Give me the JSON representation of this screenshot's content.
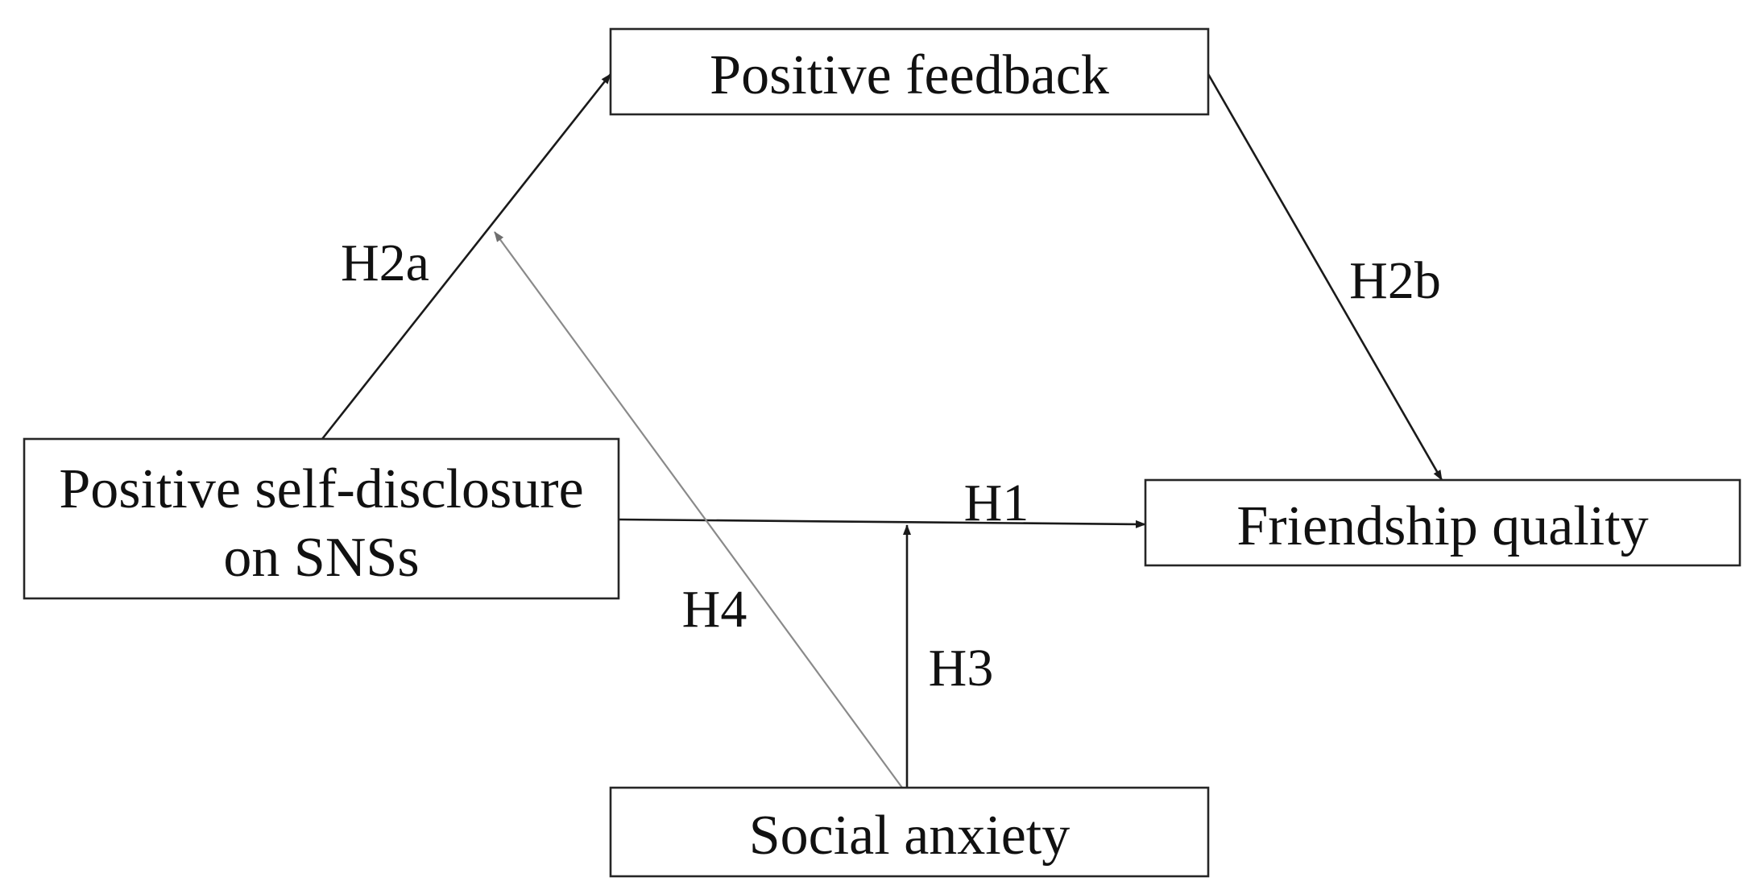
{
  "nodes": {
    "positive_feedback": "Positive feedback",
    "self_disclosure_line1": "Positive self-disclosure",
    "self_disclosure_line2": "on SNSs",
    "friendship_quality": "Friendship quality",
    "social_anxiety": "Social anxiety"
  },
  "hypotheses": {
    "h1": "H1",
    "h2a": "H2a",
    "h2b": "H2b",
    "h3": "H3",
    "h4": "H4"
  },
  "colors": {
    "line": "#1a1a1a",
    "light_line": "#8a8a8a",
    "box_border": "#262626",
    "text": "#111111",
    "background": "#ffffff"
  }
}
